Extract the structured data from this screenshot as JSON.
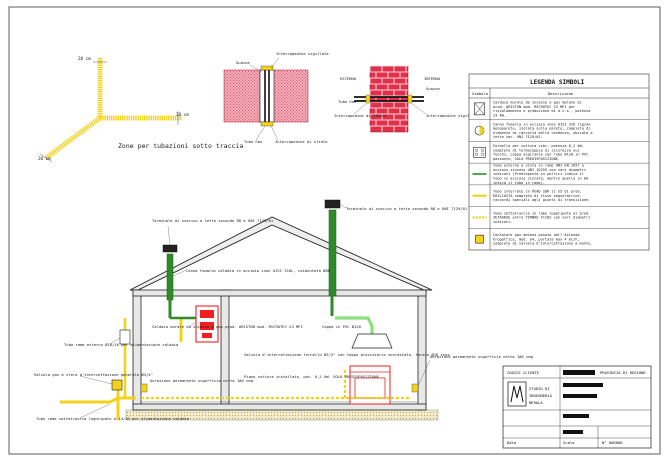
{
  "colors": {
    "pipe_yellow": "#f2d21a",
    "pipe_green": "#2f8a2a",
    "pipe_light_green": "#8ee07a",
    "brick_red": "#e0304a",
    "boiler_red": "#ee2020",
    "line_dark": "#222222",
    "ground_dots": "#d8c27a"
  },
  "zone_detail": {
    "dim_top": "20 cm",
    "dim_right": "20 cm",
    "dim_left": "20 cm",
    "caption": "Zone per tubazioni sotto traccia"
  },
  "section_detail": {
    "label_guaina": "Guaina",
    "label_intercap_top": "Intercapedine sigillata",
    "label_tube": "Tubo Gas",
    "label_intercap_bottom": "Intercapedine di sfiato"
  },
  "wall_detail": {
    "label_esterno": "ESTERNO",
    "label_interno": "INTERNO",
    "label_guaina": "Guaina",
    "label_tube": "Tubo Gas",
    "label_intercap_left": "Intercapedine di sfiato",
    "label_intercap_right": "Intercapedine sigillata"
  },
  "legend": {
    "title": "LEGENDA SIMBOLI",
    "col_symbol": "Simbolo",
    "col_desc": "Descrizione",
    "rows": [
      {
        "icon": "boiler-symbol-icon",
        "text": "Caldaia murale da incasso a gas metano di prod. ARISTON mod. MICROTEC 23 MFI per riscaldamento e produzione di a.c.s., potenza 23 kW."
      },
      {
        "icon": "valve-symbol-icon",
        "text": "Canna fumaria in acciaio inox AISI 316 rigida monoparete, isolata sulla parete, completa di elemento di raccolta della condensa, ubicata a tetto sec. UNI 7129/01."
      },
      {
        "icon": "stove-symbol-icon",
        "text": "Fornello per cottura cibi, potenza 6,2 kW, completo di termocoppia di sicurezza sui fuochi, cappa aspirante con tubo Ø120 in PVC passante, SOLO PREDISPOSIZIONE."
      },
      {
        "icon": "pipe-green-symbol-icon",
        "text": "Tubo esterno a vista in rame UNI EN 1057 o acciaio zincato UNI 10255 con vari diametri indicati (Predisposta in pollici indica il tubo in acciaio zincato, mentre quella in mm indica il tubo in rame)."
      },
      {
        "icon": "pipe-yellow-symbol-icon",
        "text": "Tubo interrato in PEAD SDR 11 S5 di prod. EDILCOSTA completo di fisse segnalatrice, raccordi speciali agli giunti di transizione."
      },
      {
        "icon": "pipe-dashed-symbol-icon",
        "text": "Tubo sottotraccia in rame logotipato di prod. ZETAORSE entro TIMBRO F1182 con vari diametri indicati."
      },
      {
        "icon": "meter-symbol-icon",
        "text": "Contatore gas metano posato dall'Azienda Erogatrice, mod. G4, portata max 4 mc/h, completo di valvola d'intercettazione a monte."
      }
    ]
  },
  "house": {
    "label_flue_left": "Terminale di scarico a tetto secondo RD e UNI 7129/01",
    "label_flue_right": "Terminale di scarico a tetto secondo RD e UNI 7129/01",
    "label_flue_pipe": "Canna fumaria caldaia in acciaio inox AISI 316L, coibentata Ø80",
    "label_boiler": "Caldaia murale da incasso a gas prod. ARISTON mod. MICROTEC 23 MFI",
    "label_wall_tube": "Tubo rame esterno Ø18/16 per alimentazione caldaia",
    "label_valve": "Valvola gas a sfera d'intercettazione generale Ø3/4\"",
    "label_tube_ground": "Tubo rame sottotraccia logotipato a 14/16 per alimentazione caldaia",
    "label_aeration_left": "Aerazione permanente superficie netta 100 cmq",
    "label_center": "Valvola d'intercettazione fornello Ø3/4\" con tappo provvisorio sovrastato, forato Ø16 inox.",
    "label_predisp": "Piano cottura installato, pot. 6,2 kW. SOLO PREDISPOSIZIONE.",
    "label_hood": "Cappa in PVC Ø120",
    "label_aeration_right": "Aerazione permanente superficie netta 100 cmq"
  },
  "titleblock": {
    "row1_label": "CODICE CLIENTE",
    "row1_right": "PROVINCIA DI REGIONE",
    "studio_line1": "STUDIO DI",
    "studio_line2": "INGEGNERIA",
    "studio_line3": "MEROLA",
    "foot_left": "Data",
    "foot_mid": "Scala",
    "foot_right": "N° 000000"
  }
}
